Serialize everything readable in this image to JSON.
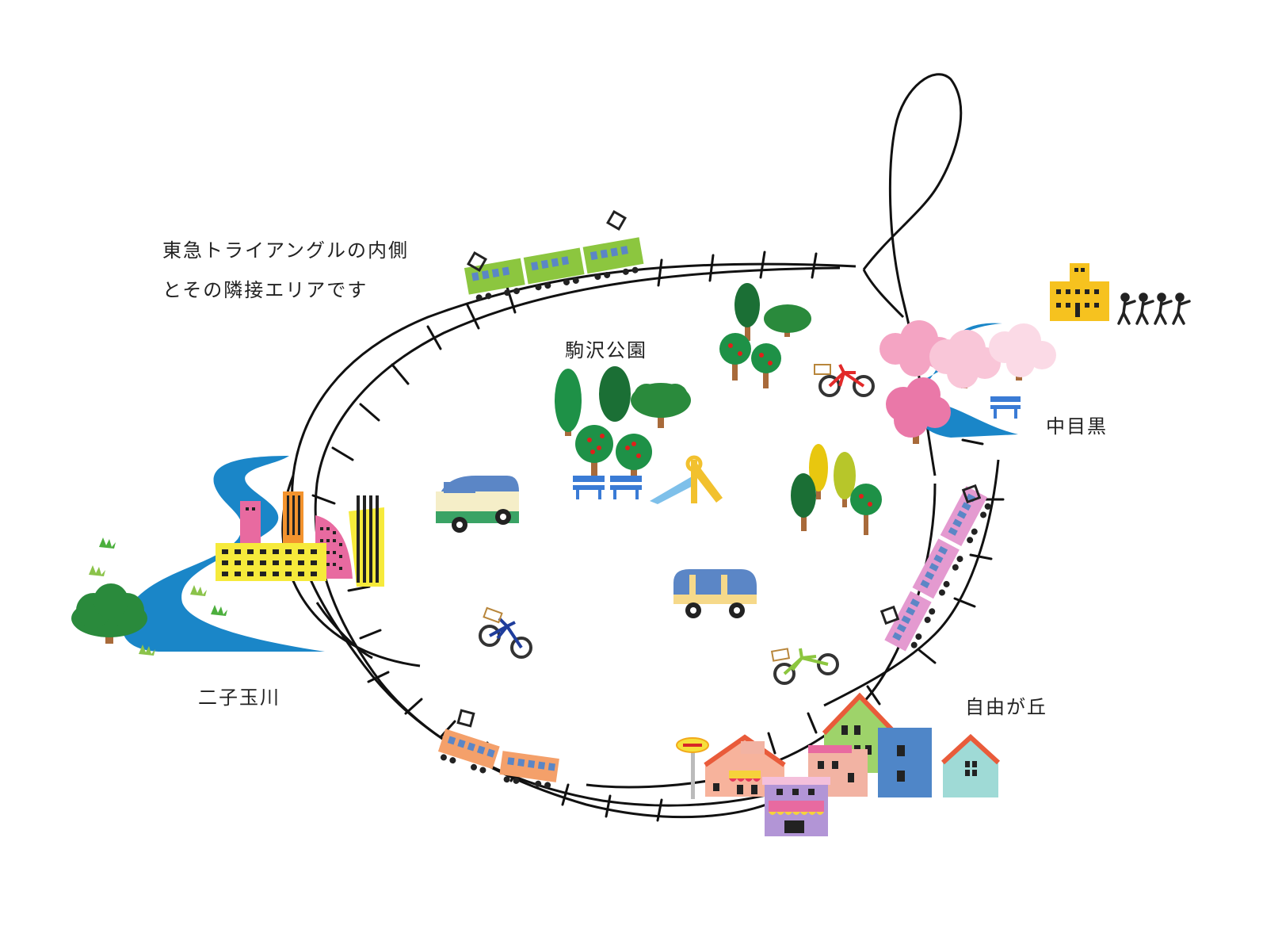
{
  "intro": {
    "line1": "東急トライアングルの内側",
    "line2": "とその隣接エリアです"
  },
  "places": {
    "komazawa": "駒沢公園",
    "futakotamagawa": "二子玉川",
    "nakameguro": "中目黒",
    "jiyugaoka": "自由が丘"
  },
  "colors": {
    "river": "#1a86c8",
    "train_green": "#8cc63f",
    "train_pink": "#e49ad0",
    "train_orange": "#f4a06a",
    "track": "#111111",
    "bus_blue": "#5b86c6"
  }
}
